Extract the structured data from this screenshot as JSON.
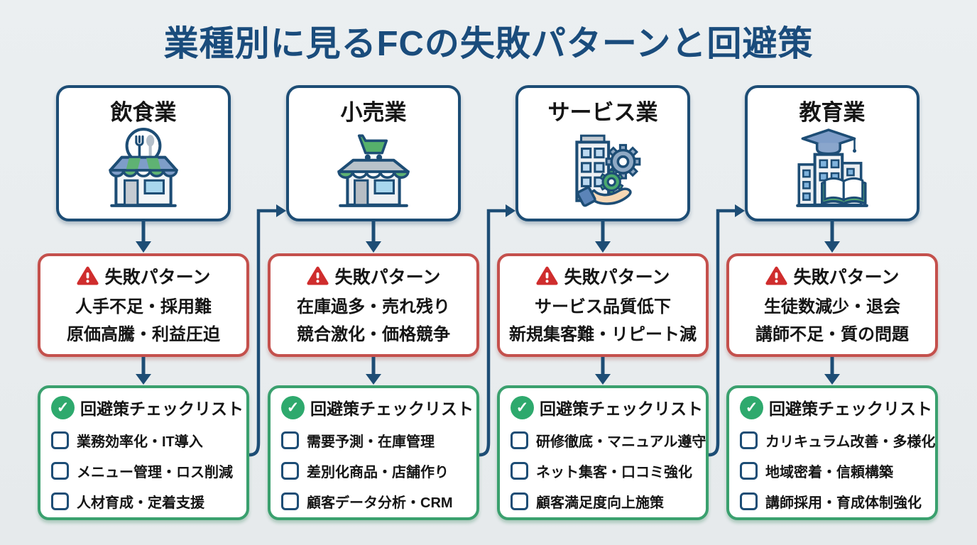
{
  "title": "業種別に見るFCの失敗パターンと回避策",
  "labels": {
    "failure_header": "失敗パターン",
    "checklist_header": "回避策チェックリスト"
  },
  "colors": {
    "background": "#e8eced",
    "title_navy": "#1a4c7c",
    "box_border_navy": "#1d4d75",
    "failure_border_red": "#c4504c",
    "warning_red": "#cf2d2d",
    "checklist_border_green": "#3aa06e",
    "check_circle_green": "#2ea96d",
    "text_black": "#151515"
  },
  "columns": [
    {
      "industry": "飲食業",
      "icon": "restaurant-storefront-icon",
      "failures": [
        "人手不足・採用難",
        "原価高騰・利益圧迫"
      ],
      "checklist": [
        "業務効率化・IT導入",
        "メニュー管理・ロス削減",
        "人材育成・定着支援"
      ]
    },
    {
      "industry": "小売業",
      "icon": "retail-store-icon",
      "failures": [
        "在庫過多・売れ残り",
        "競合激化・価格競争"
      ],
      "checklist": [
        "需要予測・在庫管理",
        "差別化商品・店舗作り",
        "顧客データ分析・CRM"
      ]
    },
    {
      "industry": "サービス業",
      "icon": "service-building-gears-icon",
      "failures": [
        "サービス品質低下",
        "新規集客難・リピート減"
      ],
      "checklist": [
        "研修徹底・マニュアル遵守",
        "ネット集客・口コミ強化",
        "顧客満足度向上施策"
      ]
    },
    {
      "industry": "教育業",
      "icon": "education-school-icon",
      "failures": [
        "生徒数減少・退会",
        "講師不足・質の問題"
      ],
      "checklist": [
        "カリキュラム改善・多様化",
        "地域密着・信頼構築",
        "講師採用・育成体制強化"
      ]
    }
  ]
}
